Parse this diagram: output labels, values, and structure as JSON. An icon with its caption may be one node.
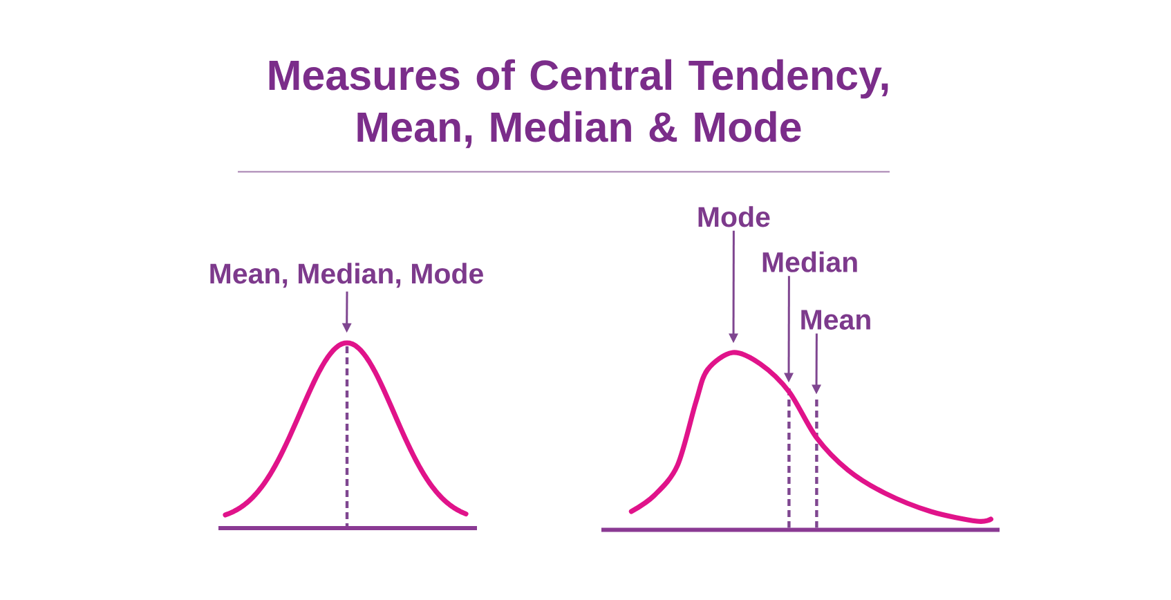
{
  "diagram": {
    "title": "Measures of Central Tendency, Mean, Median & Mode",
    "nodes": [
      {
        "text": [
          "Mean, Median, Mode"
        ]
      },
      {
        "text": [
          "Mode"
        ]
      },
      {
        "text": [
          "Median"
        ]
      },
      {
        "text": [
          "Mean"
        ]
      },
      {
        "text": [],
        "shape": "curve"
      },
      {
        "text": [],
        "shape": "curve"
      }
    ],
    "edges": [
      {
        "from": 0,
        "to": 4,
        "arrow": "to"
      },
      {
        "from": 1,
        "to": 5,
        "arrow": "to"
      },
      {
        "from": 2,
        "to": 5,
        "arrow": "to"
      },
      {
        "from": 3,
        "to": 5,
        "arrow": "to"
      }
    ]
  }
}
